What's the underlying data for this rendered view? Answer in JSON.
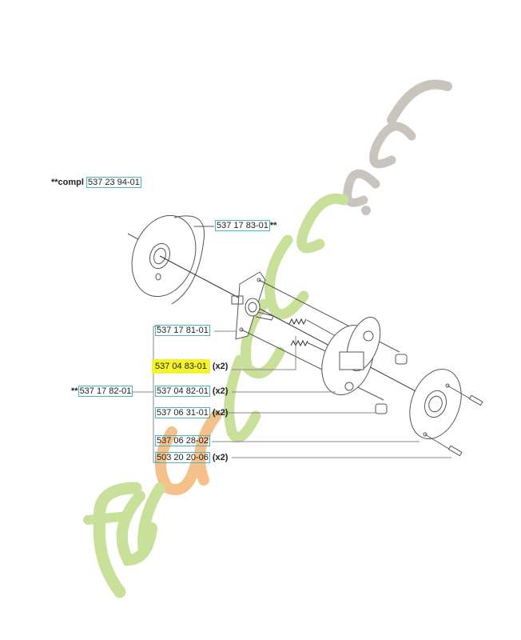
{
  "diagram": {
    "title_prefix": "**compl",
    "assembly_part": "537 23 94-01",
    "drum": {
      "part": "537 17 83-01",
      "suffix": "**"
    },
    "subassembly": {
      "prefix": "**",
      "part": "537 17 82-01"
    },
    "parts": [
      {
        "part": "537 17 81-01",
        "qty": "",
        "highlighted": false
      },
      {
        "part": "537 04 83-01",
        "qty": "(x2)",
        "highlighted": true
      },
      {
        "part": "537 04 82-01",
        "qty": "(x2)",
        "highlighted": false
      },
      {
        "part": "537 06 31-01",
        "qty": "(x2)",
        "highlighted": false
      },
      {
        "part": "537 06 28-02",
        "qty": "",
        "highlighted": false
      },
      {
        "part": "503 20 20-06",
        "qty": "(x2)",
        "highlighted": false
      }
    ]
  },
  "watermark": {
    "text_main": "forêtjardin",
    "text_suffix": ".com",
    "colors": {
      "green": "#c8e09a",
      "orange": "#f5c08a",
      "grey": "#c9c4be"
    }
  },
  "colors": {
    "label_border": "#45b6c6",
    "highlight": "#f5f32a",
    "line": "#555555"
  }
}
